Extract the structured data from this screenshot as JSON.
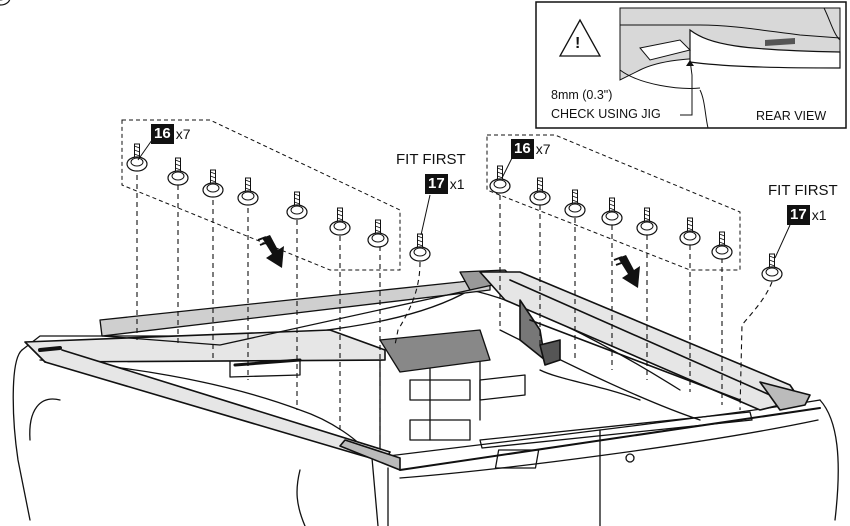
{
  "groups": [
    {
      "part_number": "16",
      "quantity": "x7"
    },
    {
      "part_number": "16",
      "quantity": "x7"
    }
  ],
  "fit_first": [
    {
      "label": "FIT FIRST",
      "part_number": "17",
      "quantity": "x1"
    },
    {
      "label": "FIT FIRST",
      "part_number": "17",
      "quantity": "x1"
    }
  ],
  "inset": {
    "measurement": "8mm (0.3\")",
    "instruction": "CHECK USING JIG",
    "view_label": "REAR VIEW",
    "warning_symbol": "!"
  },
  "icons": [
    "warning-triangle-icon",
    "bolt-icon",
    "down-arrow-icon"
  ]
}
